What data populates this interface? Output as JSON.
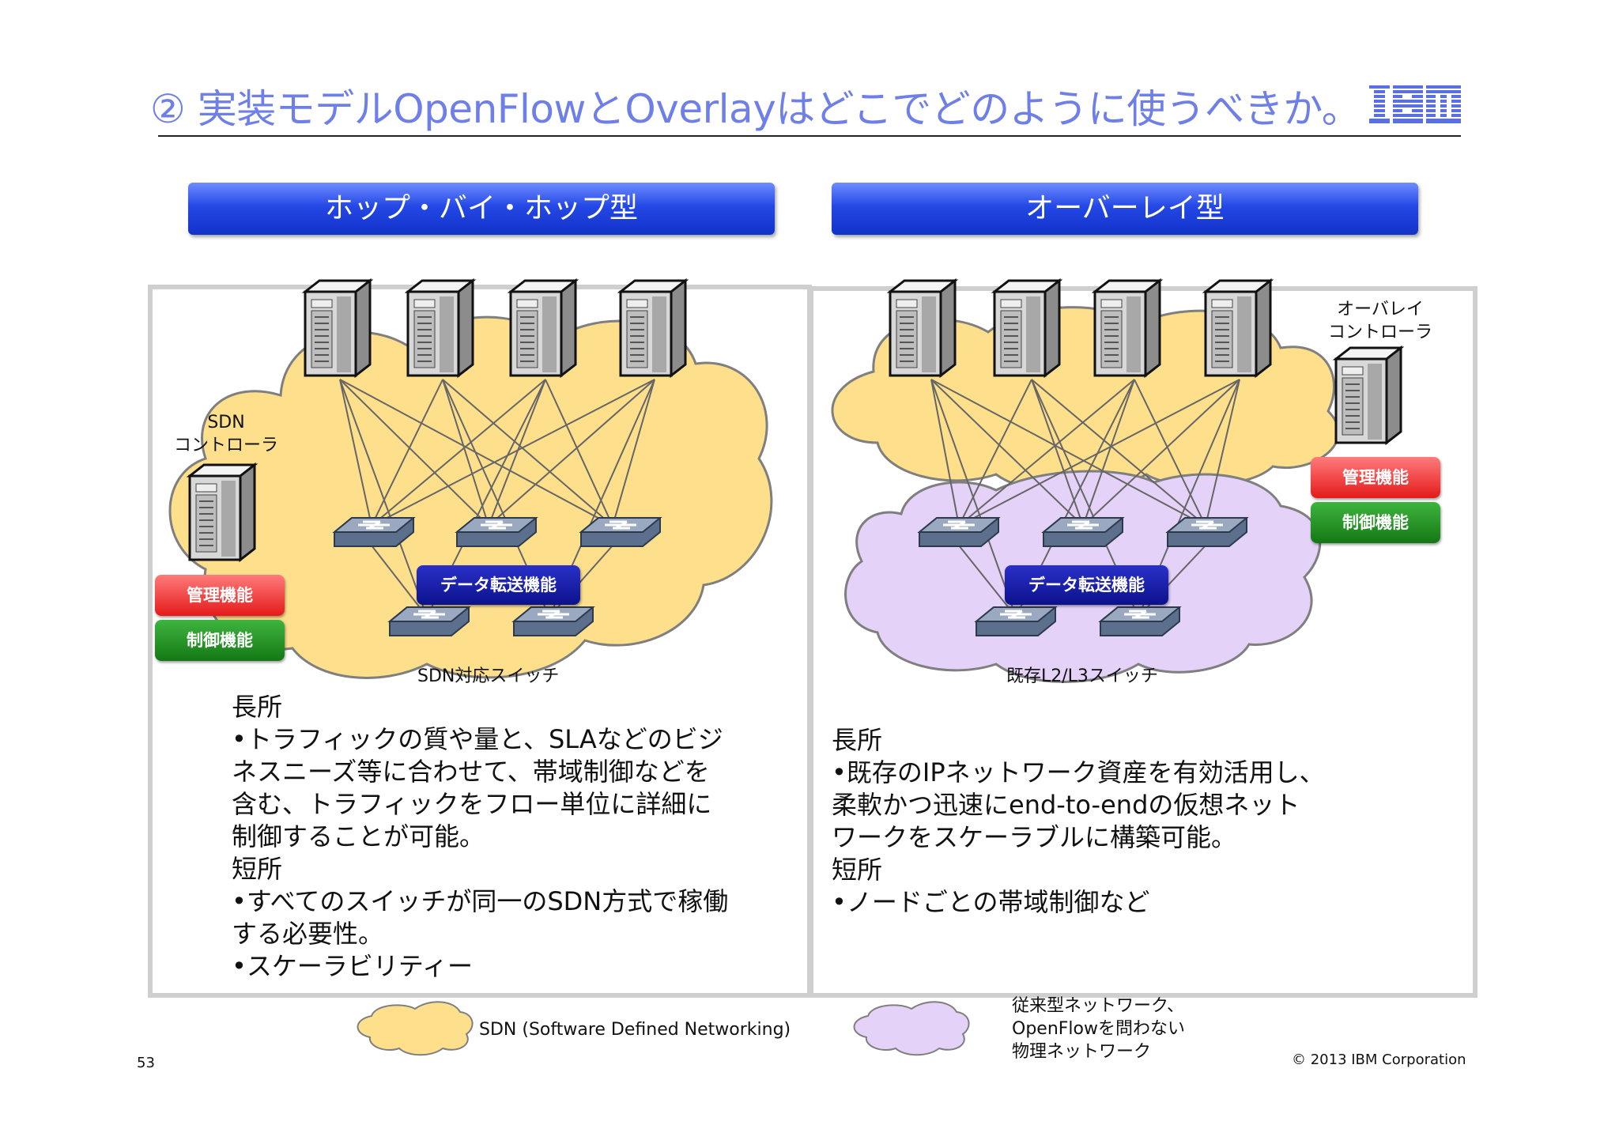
{
  "title": "② 実装モデルOpenFlowとOverlayはどこでどのように使うべきか。",
  "logo": "IBM",
  "left": {
    "header": "ホップ・バイ・ホップ型",
    "controller_label": "SDN\nコントローラ",
    "mgmt_label": "管理機能",
    "control_label": "制御機能",
    "data_label": "データ転送機能",
    "switch_label": "SDN対応スイッチ",
    "text": "長所\n•トラフィックの質や量と、SLAなどのビジ\nネスニーズ等に合わせて、帯域制御などを\n含む、トラフィックをフロー単位に詳細に\n制御することが可能。\n短所\n•すべてのスイッチが同一のSDN方式で稼働\nする必要性。\n•スケーラビリティー"
  },
  "right": {
    "header": "オーバーレイ型",
    "controller_label": "オーバレイ\nコントローラ",
    "mgmt_label": "管理機能",
    "control_label": "制御機能",
    "data_label": "データ転送機能",
    "switch_label": "既存L2/L3スイッチ",
    "text": "長所\n•既存のIPネットワーク資産を有効活用し、\n柔軟かつ迅速にend-to-endの仮想ネット\nワークをスケーラブルに構築可能。\n短所\n•ノードごとの帯域制御など"
  },
  "legend": {
    "sdn": "SDN (Software Defined Networking)",
    "legacy": "従来型ネットワーク、\nOpenFlowを問わない\n物理ネットワーク"
  },
  "colors": {
    "sdn_cloud": "#fddf8c",
    "legacy_cloud": "#e4d2f8",
    "title": "#6f7fe8"
  },
  "page_number": "53",
  "copyright": "© 2013 IBM Corporation"
}
